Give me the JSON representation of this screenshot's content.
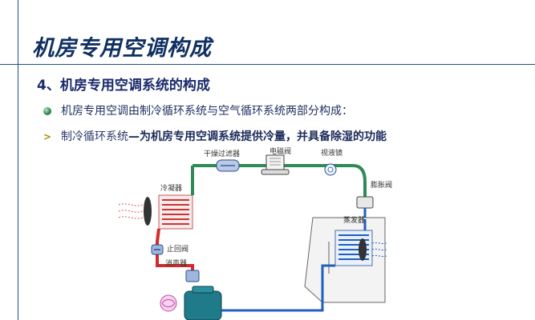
{
  "slide": {
    "title": "机房专用空调构成",
    "subhead": "4、机房专用空调系统的构成",
    "bullets": [
      {
        "icon": "green-sphere-bullet",
        "text": "机房专用空调由制冷循环系统与空气循环系统两部分构成："
      },
      {
        "icon": "arrow-bullet",
        "lead": "制冷循环系统",
        "emphasis": "—为机房专用空调系统提供冷量，并具备除湿的功能"
      }
    ]
  },
  "diagram": {
    "labels": {
      "dryer": "干燥过滤器",
      "solenoid": "电磁阀",
      "sight_glass": "视液镜",
      "expansion_valve": "膨胀阀",
      "condenser": "冷凝器",
      "evaporator": "蒸发器",
      "check_valve": "止回阀",
      "muffler": "消声器"
    },
    "colors": {
      "liquid": "#2e8b57",
      "suction": "#1e5fbf",
      "discharge": "#d12b2b",
      "accent": "#1f4f8a"
    }
  }
}
